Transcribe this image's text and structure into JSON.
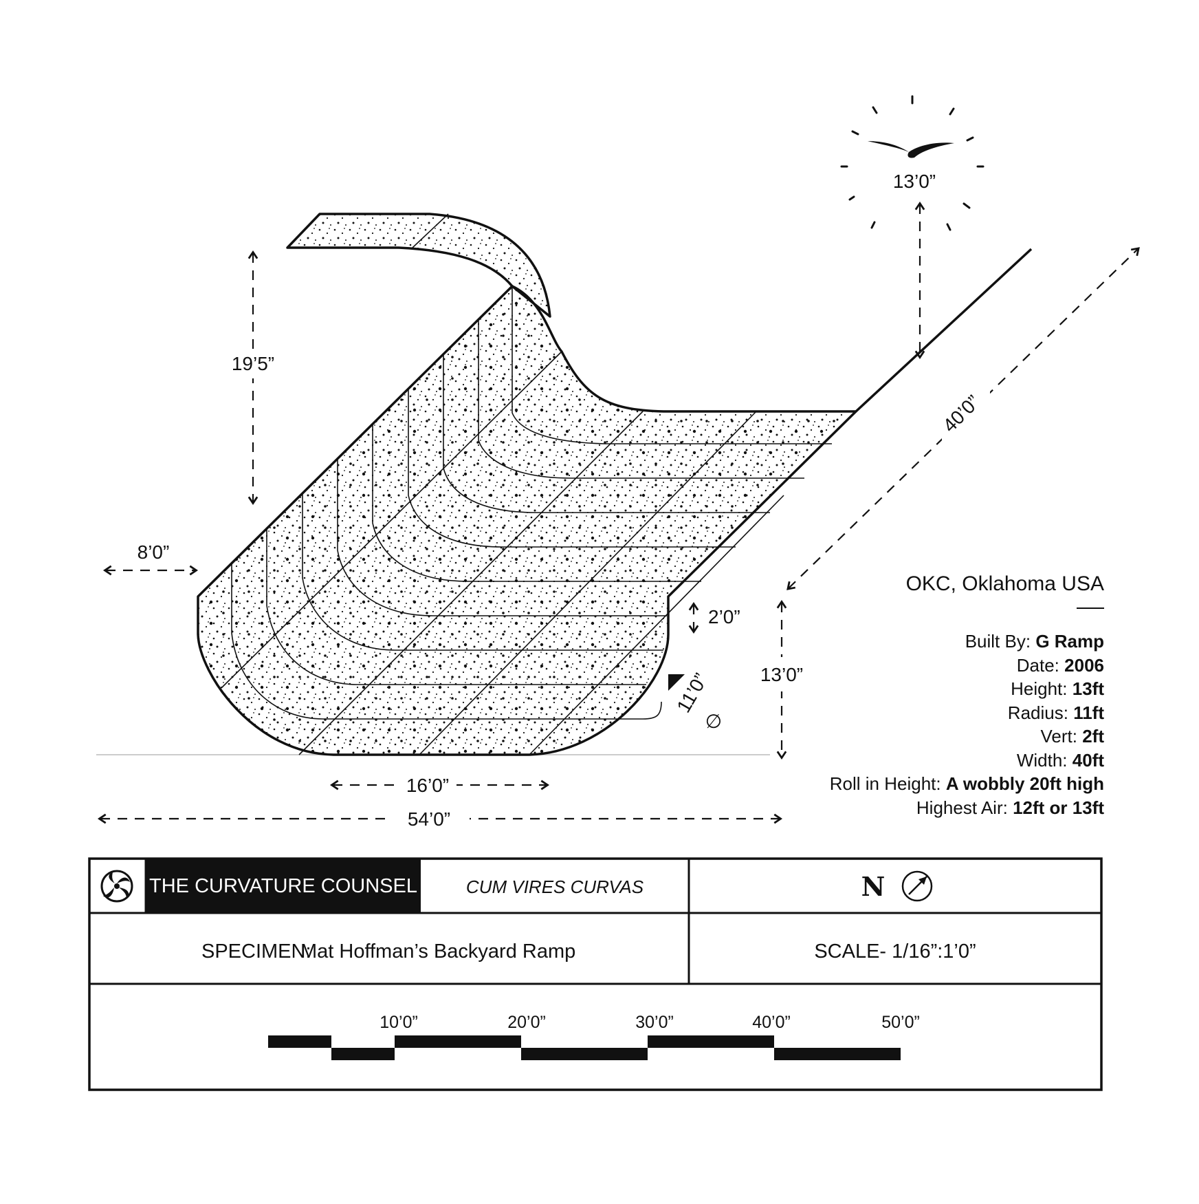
{
  "dimensions": {
    "roll_in_height": "19’5”",
    "deck_width": "8’0”",
    "flat_bottom": "16’0”",
    "total_length": "54’0”",
    "vert": "2’0”",
    "height": "13’0”",
    "radius": "11’0”",
    "width": "40’0”",
    "air": "13’0”"
  },
  "info": {
    "location": "OKC, Oklahoma USA",
    "rows": [
      {
        "label": "Built By:",
        "value": "G Ramp"
      },
      {
        "label": "Date:",
        "value": "2006"
      },
      {
        "label": "Height:",
        "value": "13ft"
      },
      {
        "label": "Radius:",
        "value": "11ft"
      },
      {
        "label": "Vert:",
        "value": "2ft"
      },
      {
        "label": "Width:",
        "value": "40ft"
      },
      {
        "label": "Roll in Height:",
        "value": "A wobbly 20ft high"
      },
      {
        "label": "Highest Air:",
        "value": "12ft or 13ft"
      }
    ]
  },
  "title_block": {
    "org": "THE CURVATURE COUNSEL",
    "motto": "CUM VIRES CURVAS",
    "north_label": "N",
    "specimen_label": "SPECIMEN:",
    "specimen_name": "Mat Hoffman’s Backyard Ramp",
    "scale": "SCALE- 1/16”:1’0”",
    "scale_bar_labels": [
      "10’0”",
      "20’0”",
      "30’0”",
      "40’0”",
      "50’0”"
    ],
    "diameter_symbol": "∅"
  }
}
